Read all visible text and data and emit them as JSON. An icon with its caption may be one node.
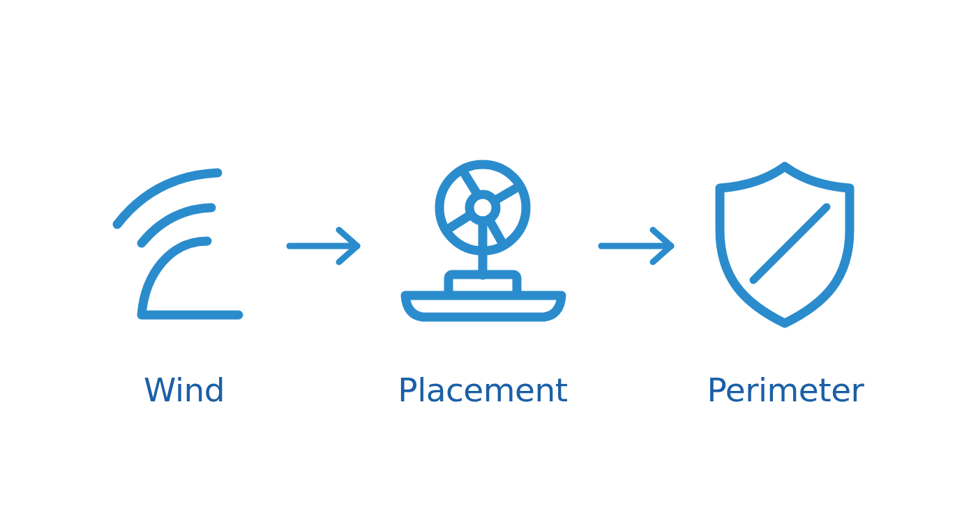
{
  "diagram": {
    "nodes": [
      {
        "text": [
          "Wind"
        ]
      },
      {
        "text": [
          "Placement"
        ]
      },
      {
        "text": [
          "Perimeter"
        ]
      }
    ],
    "edges": [
      {
        "from": 0,
        "to": 1,
        "arrow": "to"
      },
      {
        "from": 1,
        "to": 2,
        "arrow": "to"
      }
    ]
  }
}
